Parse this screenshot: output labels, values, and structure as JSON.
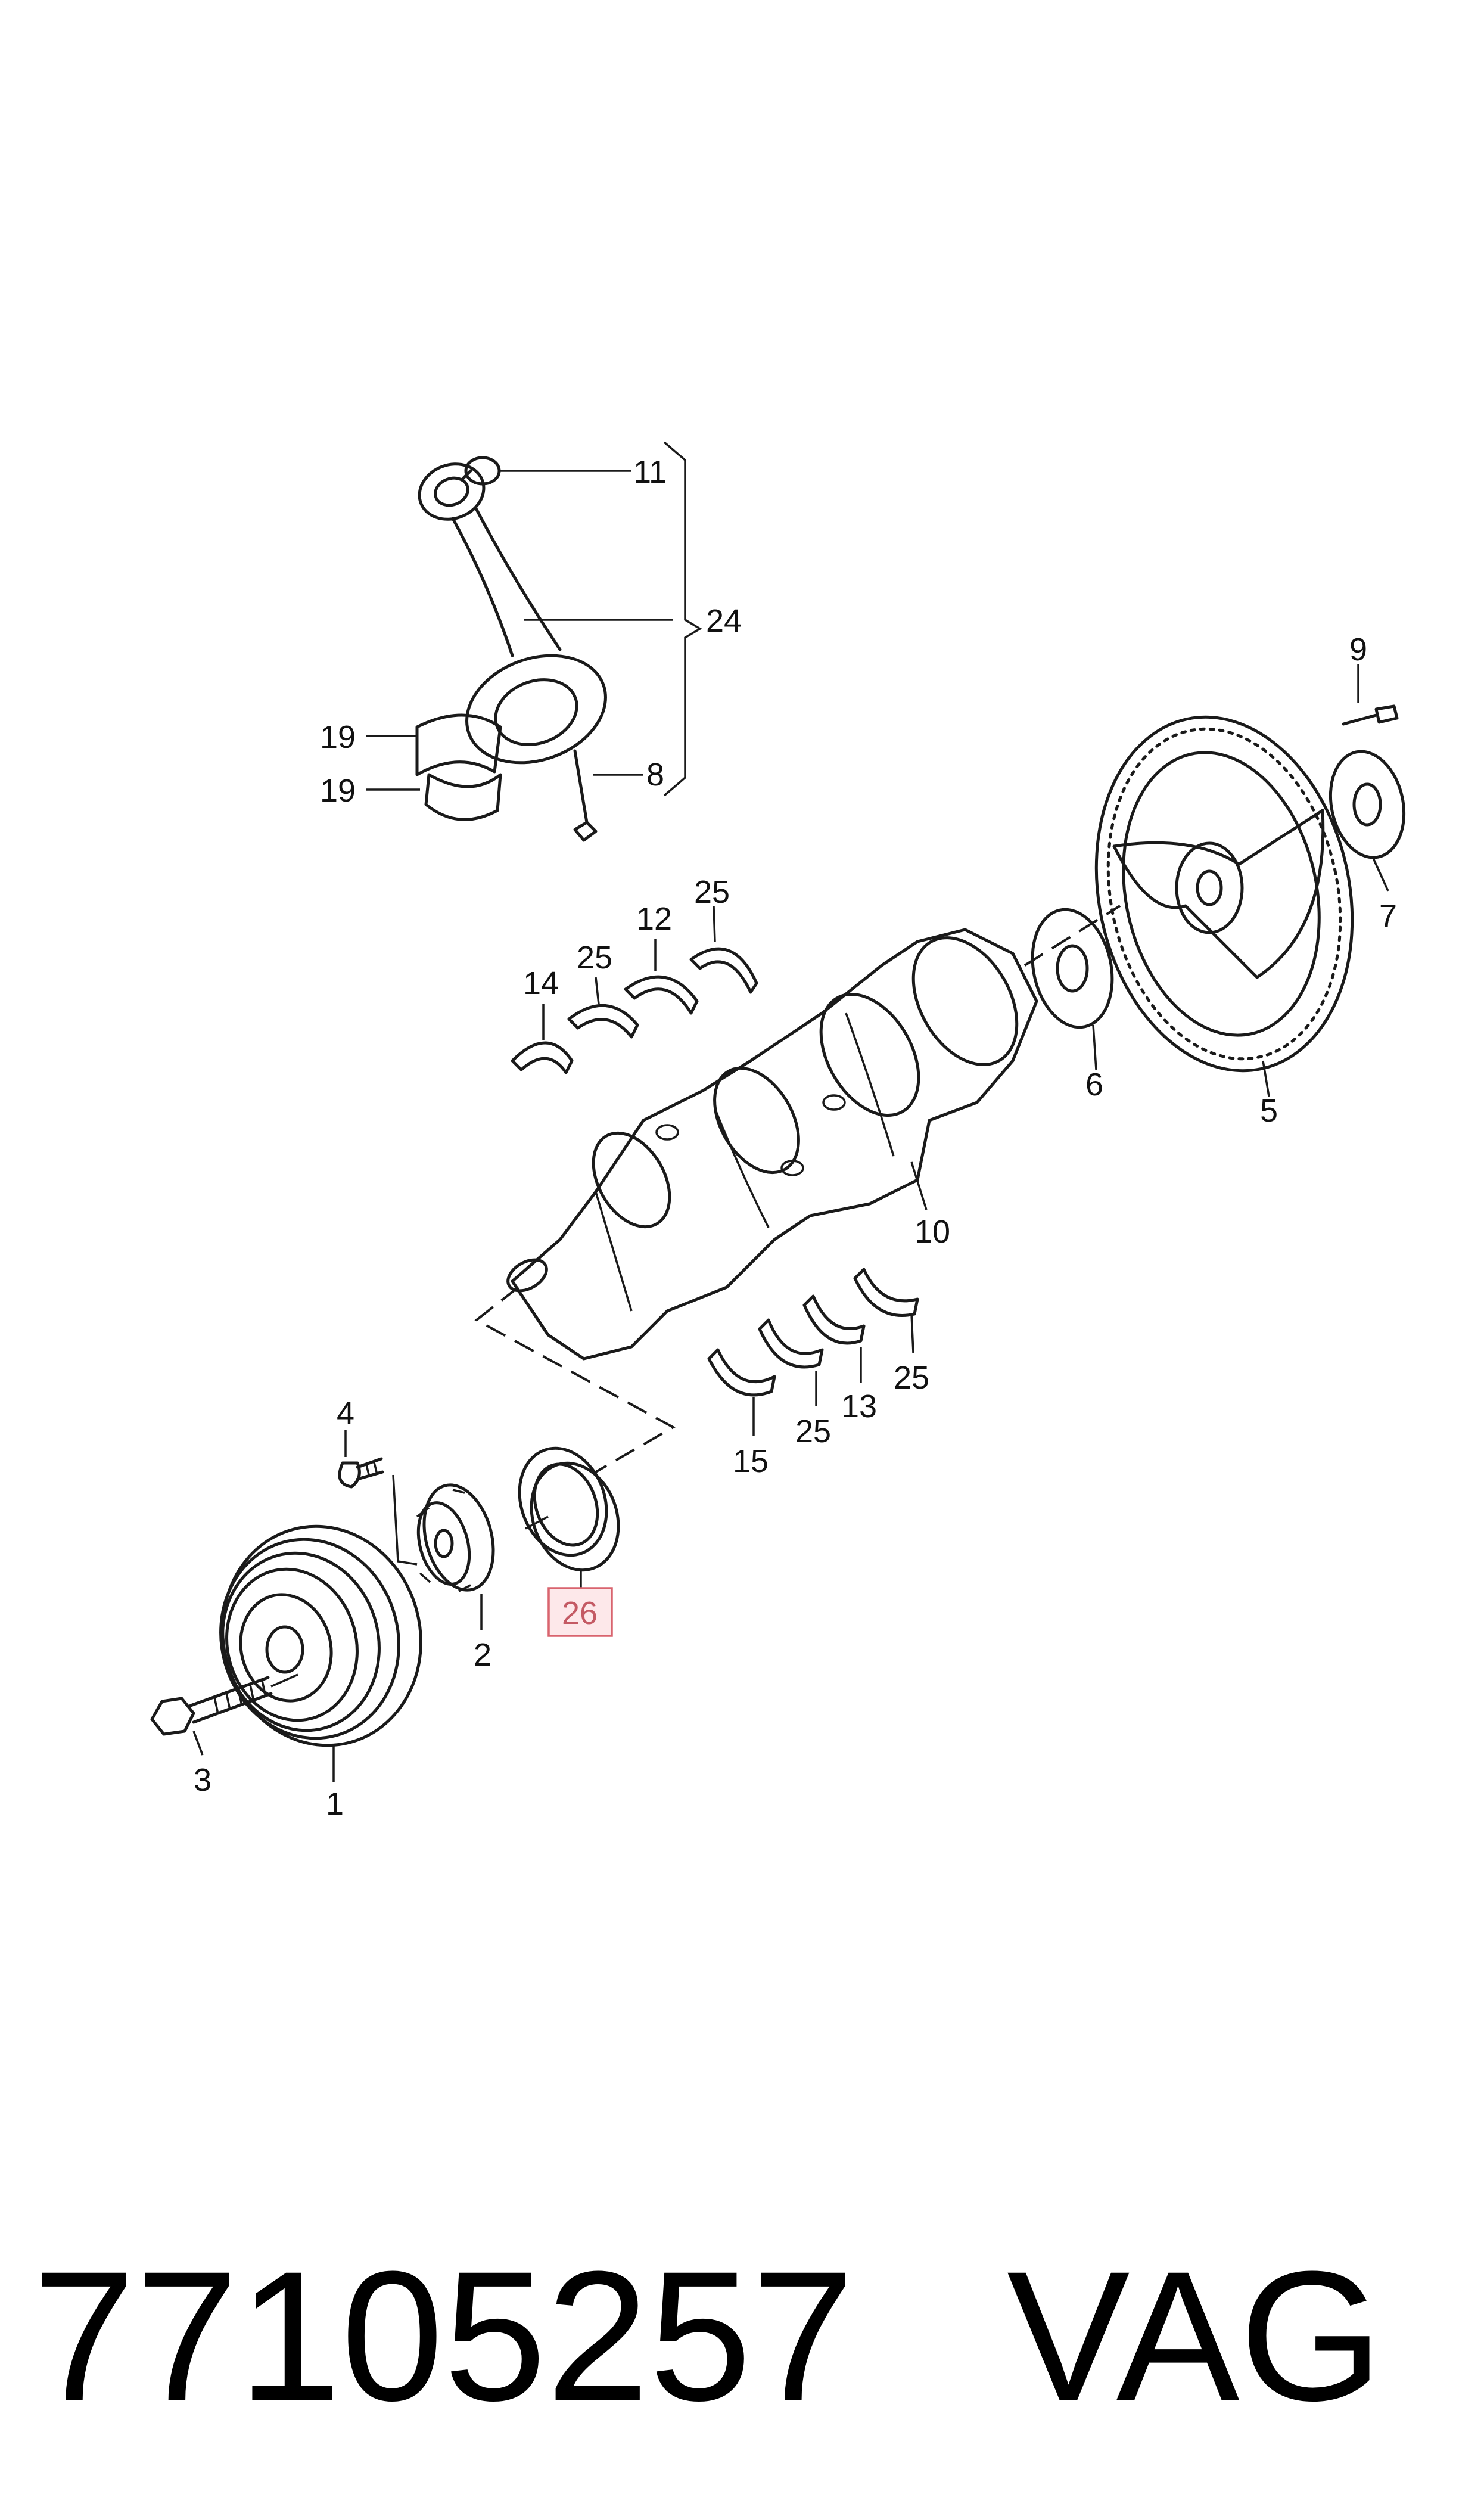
{
  "diagram": {
    "callouts": {
      "p1": "1",
      "p2": "2",
      "p3": "3",
      "p4": "4",
      "p5": "5",
      "p6": "6",
      "p7": "7",
      "p8": "8",
      "p9": "9",
      "p10": "10",
      "p11": "11",
      "p12": "12",
      "p13": "13",
      "p14": "14",
      "p15": "15",
      "p19a": "19",
      "p19b": "19",
      "p24": "24",
      "p25a": "25",
      "p25b": "25",
      "p25c": "25",
      "p25d": "25",
      "p26": "26"
    },
    "highlighted_part": "26",
    "colors": {
      "highlight_fill": "#fde8ea",
      "highlight_stroke": "#d9646e"
    }
  },
  "footer": {
    "part_number": "77105257",
    "brand": "VAG"
  }
}
